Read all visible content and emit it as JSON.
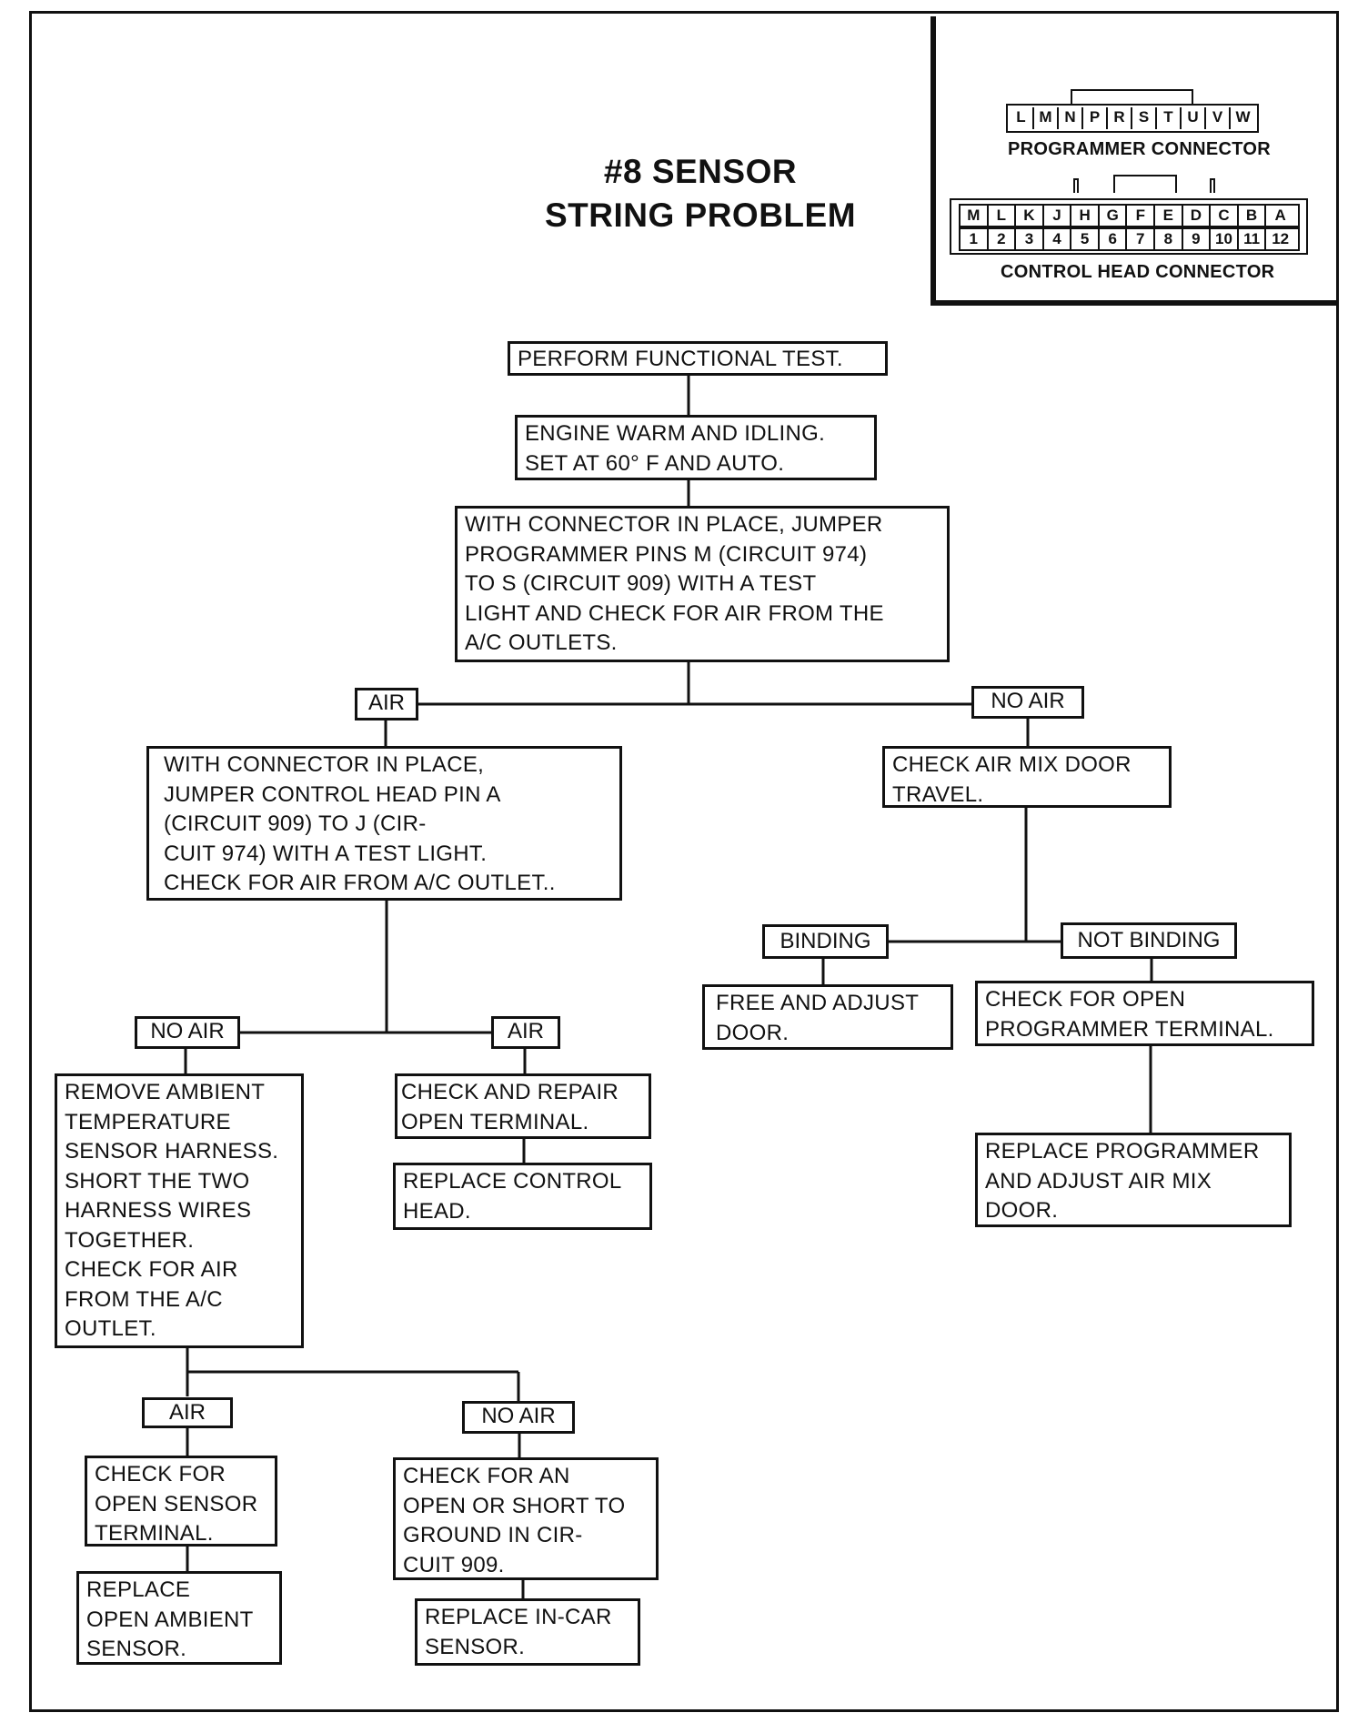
{
  "title": {
    "line1": "#8 SENSOR",
    "line2": "STRING PROBLEM"
  },
  "connectors": {
    "programmer": {
      "pins": [
        "L",
        "M",
        "N",
        "P",
        "R",
        "S",
        "T",
        "U",
        "V",
        "W"
      ],
      "caption": "PROGRAMMER CONNECTOR"
    },
    "control_head": {
      "letters": [
        "M",
        "L",
        "K",
        "J",
        "H",
        "G",
        "F",
        "E",
        "D",
        "C",
        "B",
        "A"
      ],
      "numbers": [
        "1",
        "2",
        "3",
        "4",
        "5",
        "6",
        "7",
        "8",
        "9",
        "10",
        "11",
        "12"
      ],
      "caption": "CONTROL HEAD CONNECTOR"
    }
  },
  "flow": {
    "step1": [
      "PERFORM FUNCTIONAL TEST."
    ],
    "step2": [
      "ENGINE WARM AND IDLING.",
      "SET AT 60° F AND AUTO."
    ],
    "step3": [
      "WITH CONNECTOR IN PLACE, JUMPER",
      "PROGRAMMER PINS M (CIRCUIT 974)",
      "TO S (CIRCUIT 909) WITH A TEST",
      "LIGHT AND CHECK FOR AIR FROM THE",
      "A/C OUTLETS."
    ],
    "label_air_1": "AIR",
    "label_noair_1": "NO AIR",
    "left_check": [
      "WITH CONNECTOR IN PLACE,",
      "JUMPER CONTROL HEAD PIN A",
      "(CIRCUIT 909) TO J (CIR-",
      "CUIT 974) WITH A TEST LIGHT.",
      "CHECK FOR AIR FROM A/C OUTLET.."
    ],
    "right_check": [
      "CHECK AIR MIX DOOR",
      "TRAVEL."
    ],
    "label_binding": "BINDING",
    "label_not_binding": "NOT BINDING",
    "free_adjust": [
      "FREE AND ADJUST",
      "DOOR."
    ],
    "check_prog_terminal": [
      "CHECK FOR OPEN",
      "PROGRAMMER TERMINAL."
    ],
    "replace_programmer": [
      "REPLACE PROGRAMMER",
      "AND ADJUST AIR MIX",
      "DOOR."
    ],
    "label_noair_2": "NO AIR",
    "label_air_2": "AIR",
    "remove_ambient": [
      "REMOVE AMBIENT",
      "TEMPERATURE",
      "SENSOR HARNESS.",
      "SHORT THE TWO",
      "HARNESS WIRES",
      "TOGETHER.",
      "CHECK FOR AIR",
      "FROM THE A/C",
      "OUTLET."
    ],
    "check_repair_terminal": [
      "CHECK AND REPAIR",
      "OPEN TERMINAL."
    ],
    "replace_control_head": [
      "REPLACE CONTROL",
      "HEAD."
    ],
    "label_air_3": "AIR",
    "label_noair_3": "NO AIR",
    "check_sensor_terminal": [
      "CHECK FOR",
      "OPEN SENSOR",
      "TERMINAL."
    ],
    "replace_ambient": [
      "REPLACE",
      "OPEN AMBIENT",
      "SENSOR."
    ],
    "check_circuit_909": [
      "CHECK FOR AN",
      "OPEN OR SHORT TO",
      "GROUND IN CIR-",
      "CUIT 909."
    ],
    "replace_incar": [
      "REPLACE IN-CAR",
      "SENSOR."
    ]
  }
}
